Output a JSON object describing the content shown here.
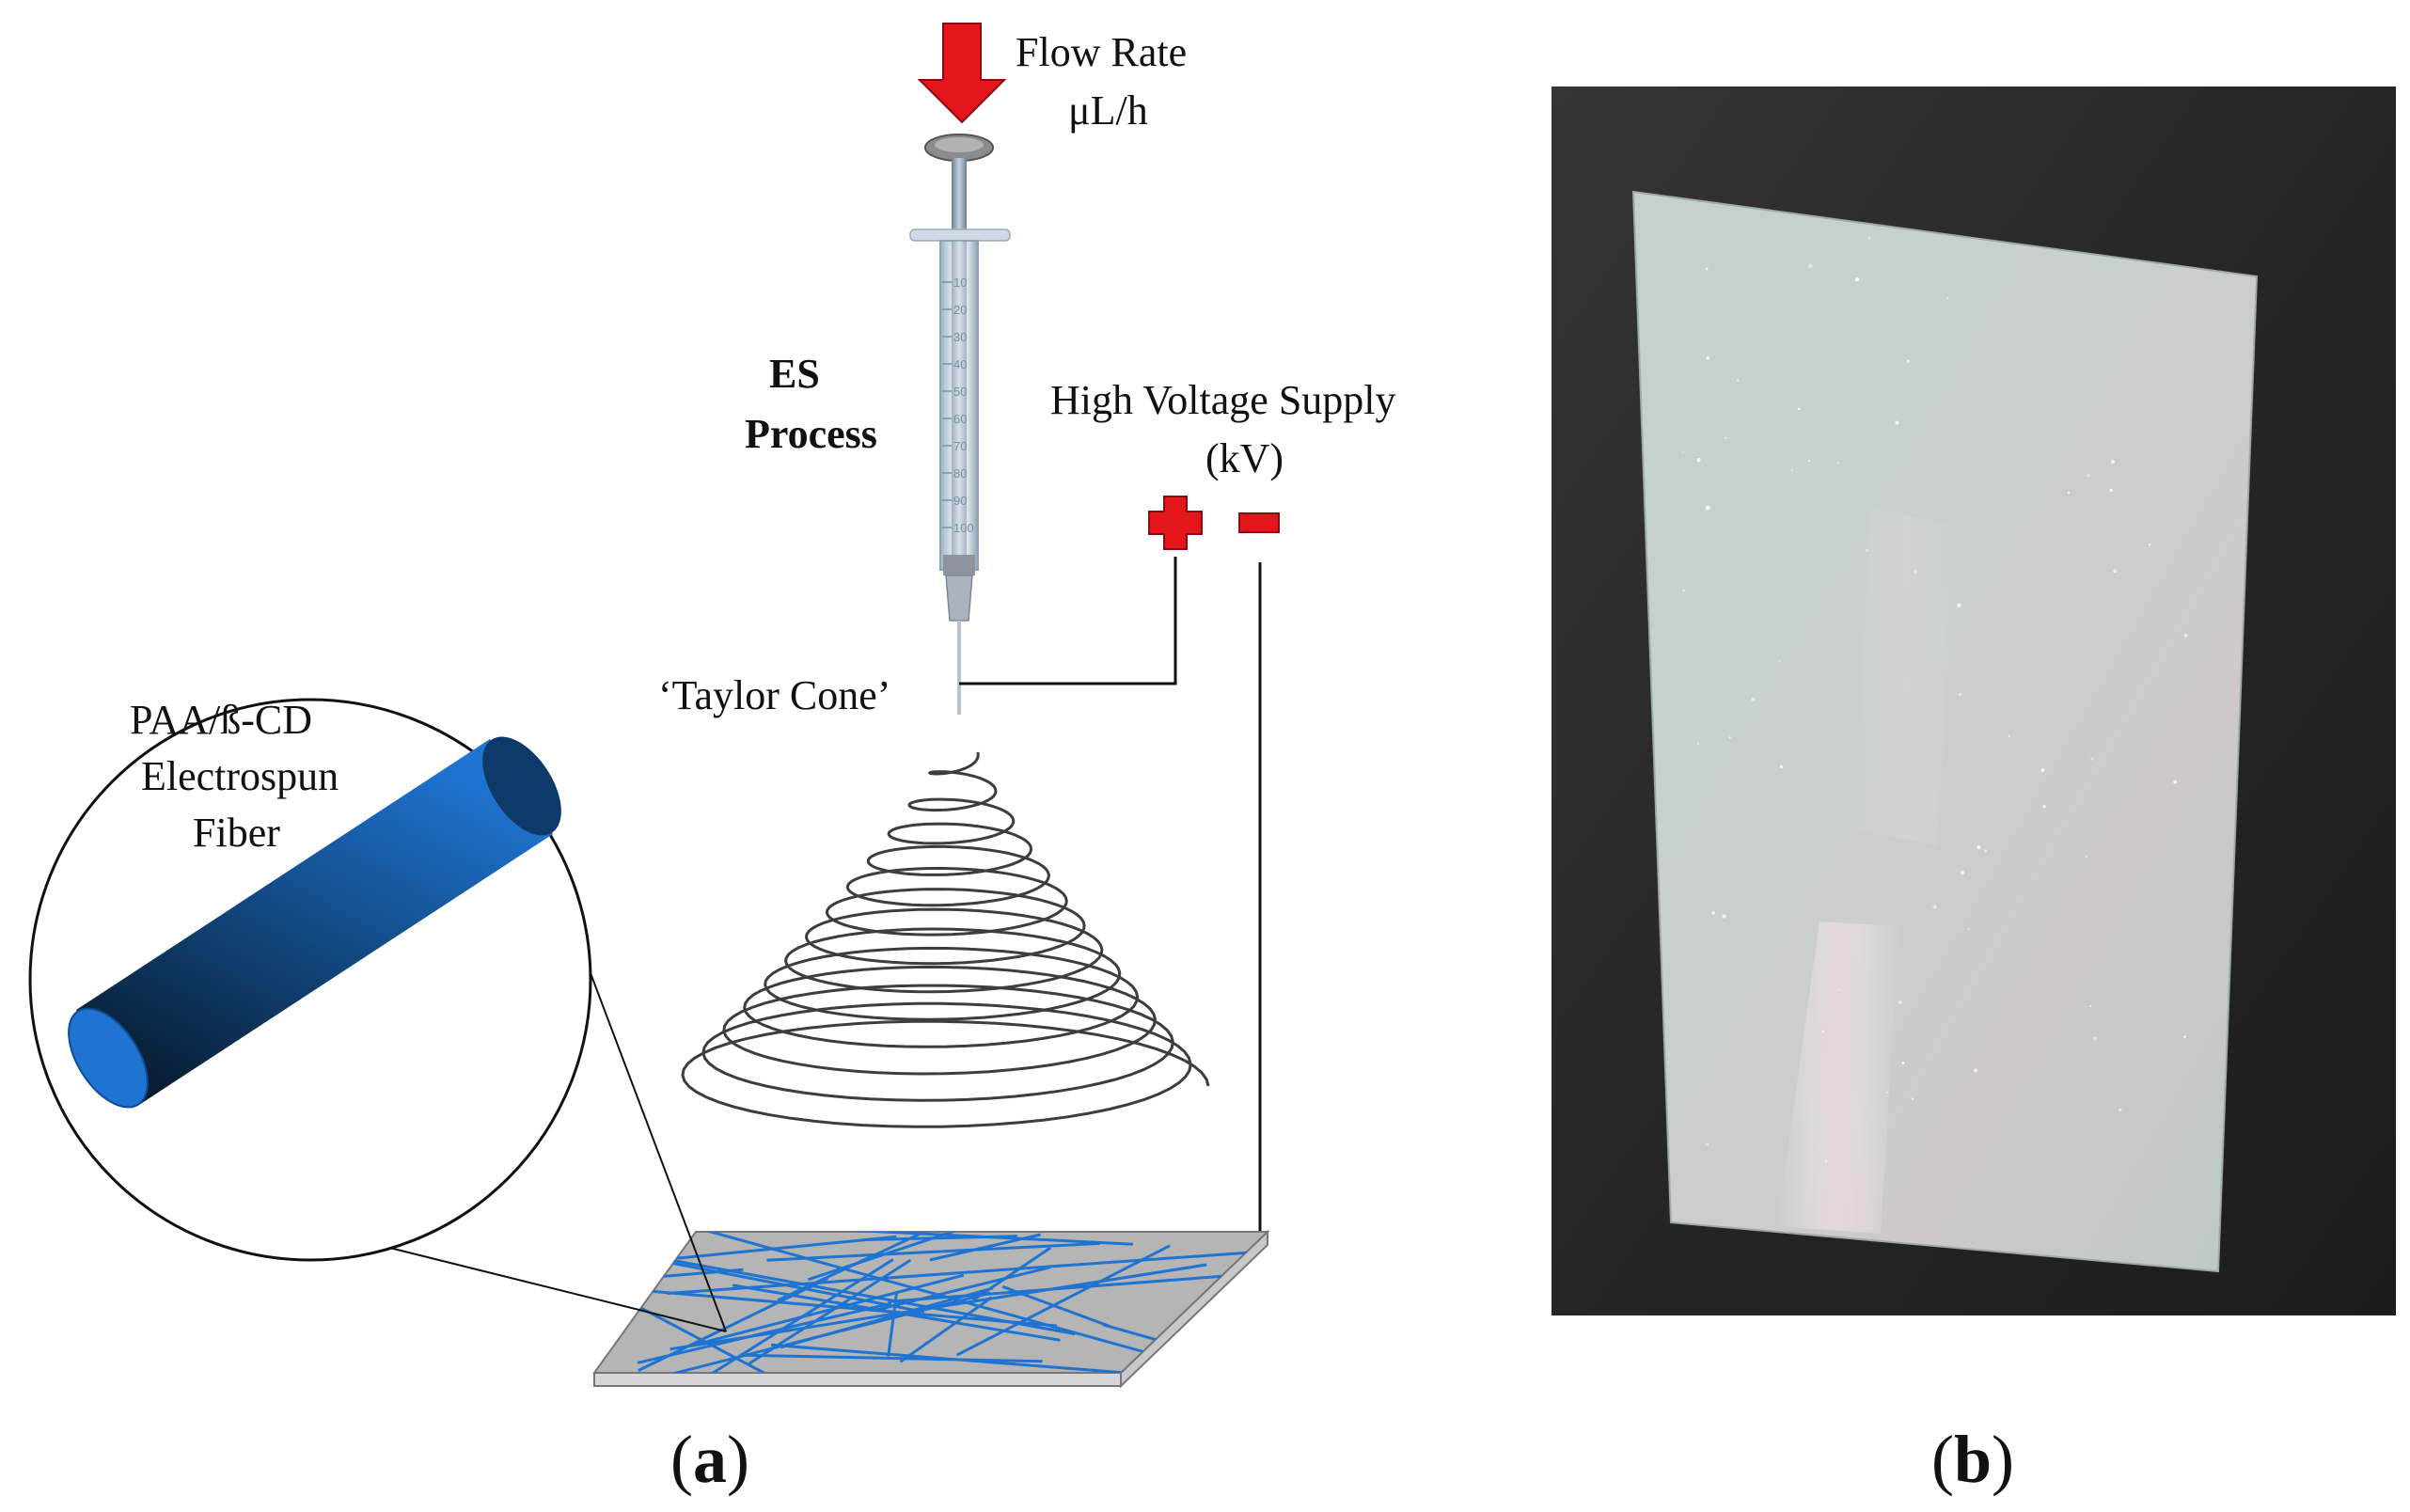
{
  "panel_a": {
    "flow_rate_line1": "Flow Rate",
    "flow_rate_line2": "μL/h",
    "es_line1": "ES",
    "es_line2": "Process",
    "hv_line1": "High Voltage Supply",
    "hv_line2": "(kV)",
    "taylor_cone": "‘Taylor Cone’",
    "fiber_line1": "PAA/ß-CD",
    "fiber_line2": "Electrospun",
    "fiber_line3": "Fiber",
    "label_open": "(",
    "label_letter": "a",
    "label_close": ")",
    "syringe_scale": [
      "10",
      "20",
      "30",
      "40",
      "50",
      "60",
      "70",
      "80",
      "90",
      "100"
    ]
  },
  "panel_b": {
    "label_open": "(",
    "label_letter": "b",
    "label_close": ")"
  },
  "colors": {
    "arrow": "#e4161b",
    "polarity": "#e4161b",
    "fiber": "#1f74d2",
    "collector": "#b5b5b5",
    "photo_background": "#2b2a2e",
    "film": "#c7cfcf"
  }
}
